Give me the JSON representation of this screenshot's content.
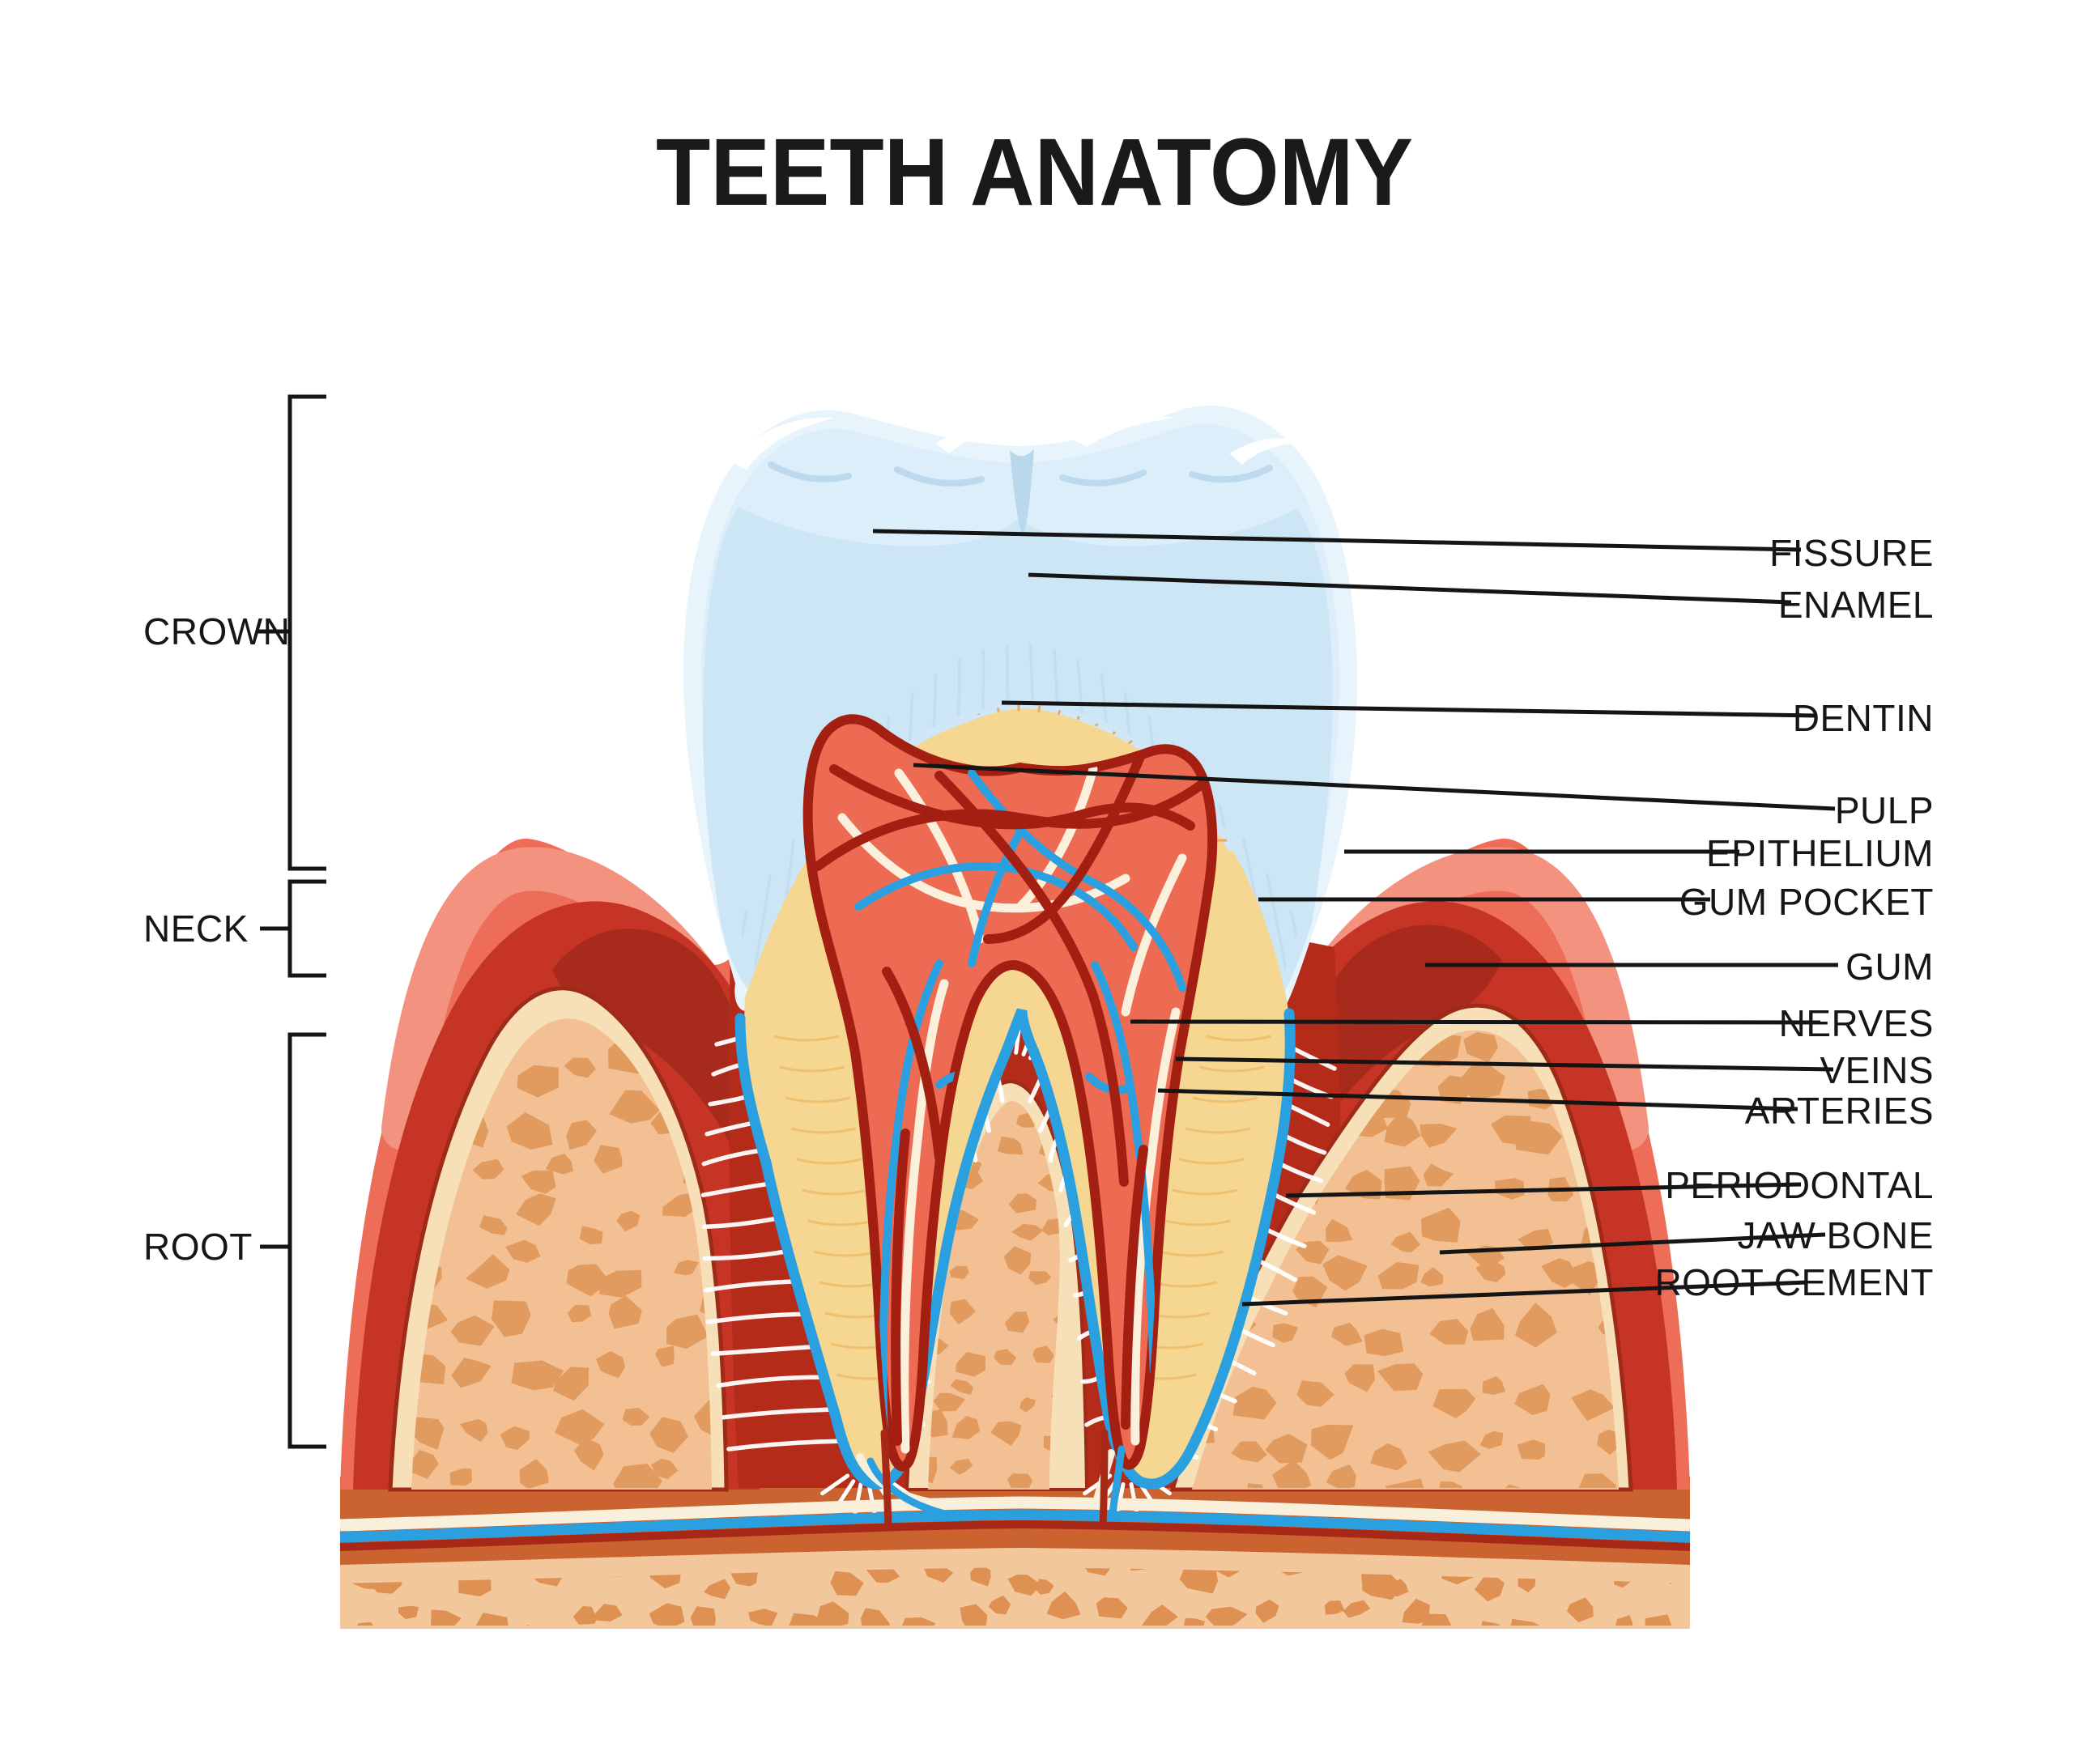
{
  "title": "TEETH ANATOMY",
  "labels": {
    "left": [
      "CROWN",
      "NECK",
      "ROOT"
    ],
    "right": [
      "FISSURE",
      "ENAMEL",
      "DENTIN",
      "PULP",
      "EPITHELIUM",
      "GUM POCKET",
      "GUM",
      "NERVES",
      "VEINS",
      "ARTERIES",
      "PERIODONTAL",
      "JAW BONE",
      "ROOT CEMENT"
    ]
  },
  "palette": {
    "text": "#161616",
    "leader_line": "#151515",
    "enamel_outer": "#e8f4fb",
    "enamel_mid": "#dbeefa",
    "enamel_inner": "#cde6f5",
    "enamel_streak": "#c2ddf0",
    "dentin": "#f6d792",
    "dentin_ray": "#e9aa60",
    "pulp": "#ee6b53",
    "pulp_border": "#a21f12",
    "artery": "#a21f12",
    "vein": "#2aa0e0",
    "nerve": "#fbf0dc",
    "gum_outer": "#ee6d58",
    "gum_light": "#f3937f",
    "gum_dark": "#c53424",
    "gum_core": "#a82a1c",
    "periodontal": "#b42b1a",
    "bone_cream": "#f7dfb8",
    "bone_fill": "#f3c094",
    "bone_stone": "#e29b5e",
    "strata_orange": "#ca6330",
    "strata_peach": "#f3c79c",
    "strata_stone": "#de9152",
    "strata_cream": "#f8f0da",
    "root_cement_blue": "#2aa0e0"
  }
}
